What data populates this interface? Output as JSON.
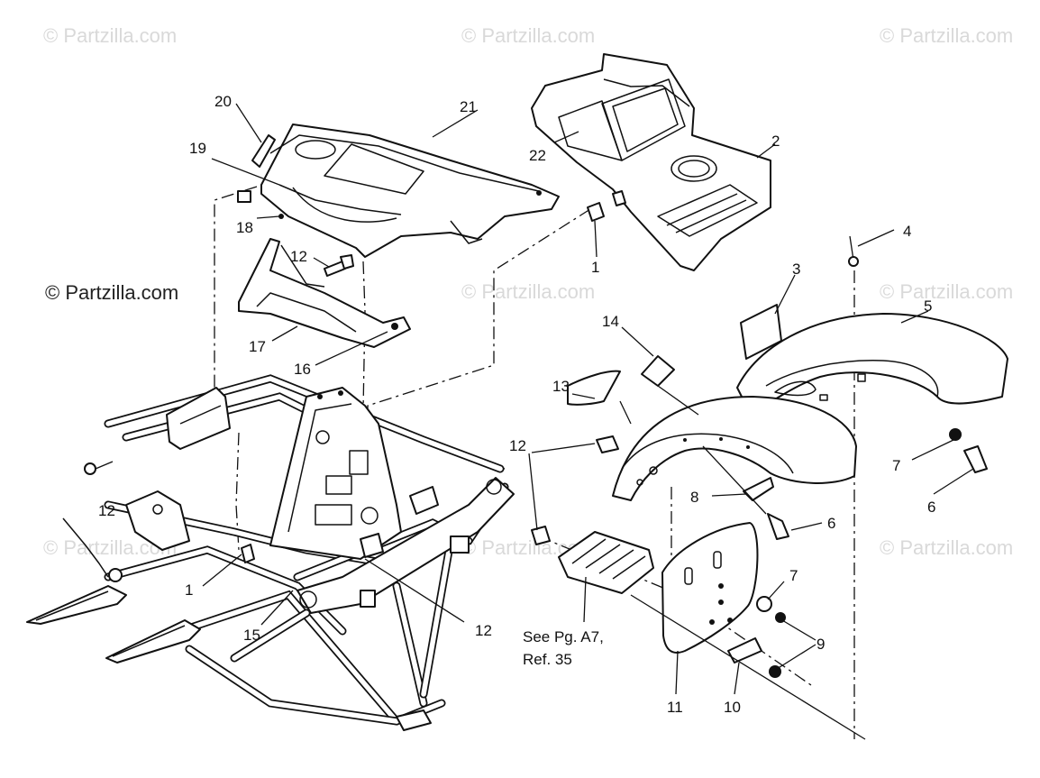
{
  "watermarks": [
    "© Partzilla.com",
    "© Partzilla.com",
    "© Partzilla.com",
    "© Partzilla.com",
    "© Partzilla.com",
    "© Partzilla.com",
    "© Partzilla.com",
    "© Partzilla.com",
    "© Partzilla.com"
  ],
  "watermark_main": "© Partzilla.com",
  "callouts": {
    "c20": "20",
    "c21": "21",
    "c19": "19",
    "c18": "18",
    "c12a": "12",
    "c17": "17",
    "c16": "16",
    "c22": "22",
    "c2": "2",
    "c1a": "1",
    "c4": "4",
    "c3": "3",
    "c5": "5",
    "c14": "14",
    "c13": "13",
    "c12b": "12",
    "c12c": "12",
    "c7a": "7",
    "c6a": "6",
    "c8": "8",
    "c6b": "6",
    "c1b": "1",
    "c15": "15",
    "c12d": "12",
    "c7b": "7",
    "c9": "9",
    "c11": "11",
    "c10": "10"
  },
  "note": {
    "line1": "See Pg. A7,",
    "line2": "Ref. 35"
  }
}
